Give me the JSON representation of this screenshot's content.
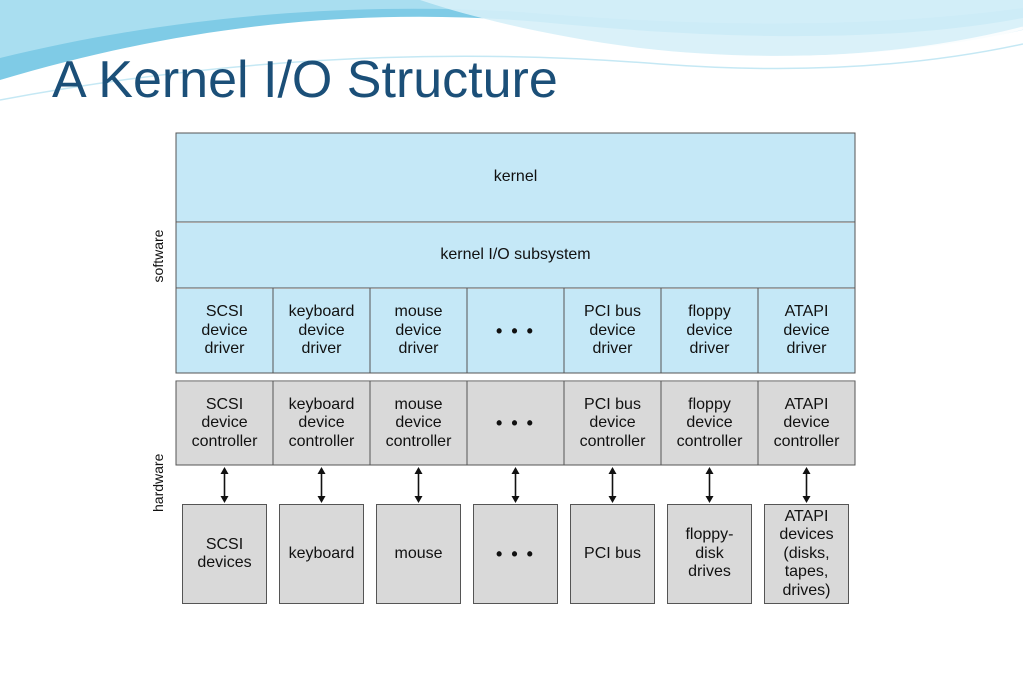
{
  "slide": {
    "title": "A Kernel I/O Structure"
  },
  "diagram": {
    "side_labels": {
      "software": "software",
      "hardware": "hardware"
    },
    "kernel": "kernel",
    "subsystem": "kernel I/O subsystem",
    "drivers": [
      "SCSI\ndevice\ndriver",
      "keyboard\ndevice\ndriver",
      "mouse\ndevice\ndriver",
      "• • •",
      "PCI bus\ndevice\ndriver",
      "floppy\ndevice\ndriver",
      "ATAPI\ndevice\ndriver"
    ],
    "controllers": [
      "SCSI\ndevice\ncontroller",
      "keyboard\ndevice\ncontroller",
      "mouse\ndevice\ncontroller",
      "• • •",
      "PCI bus\ndevice\ncontroller",
      "floppy\ndevice\ncontroller",
      "ATAPI\ndevice\ncontroller"
    ],
    "devices": [
      "SCSI\ndevices",
      "keyboard",
      "mouse",
      "• • •",
      "PCI bus",
      "floppy-\ndisk\ndrives",
      "ATAPI\ndevices\n(disks,\ntapes,\ndrives)"
    ]
  },
  "colors": {
    "title": "#1b4f78",
    "software_fill": "#c5e8f7",
    "hardware_fill": "#d9d9d9"
  }
}
